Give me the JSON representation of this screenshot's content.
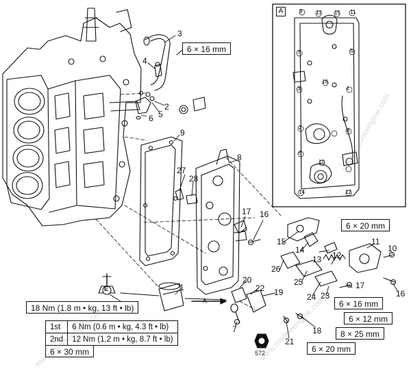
{
  "inset": {
    "label": "A"
  },
  "specs": {
    "bolt_6x16_top": "6 × 16 mm",
    "bolt_6x20_right": "6 × 20 mm",
    "bolt_6x16_b": "6 × 16 mm",
    "bolt_6x12": "6 × 12 mm",
    "bolt_8x25": "8 × 25 mm",
    "bolt_6x20_bottom": "6 × 20 mm",
    "filter_torque": "18 Nm (1.8 m • kg, 13 ft • lb)",
    "bolt_6x30": "6 × 30 mm"
  },
  "torque_table": [
    {
      "step": "1st",
      "value": "6 Nm (0.6 m • kg, 4.3 ft • lb)"
    },
    {
      "step": "2nd",
      "value": "12 Nm (1.2 m • kg, 8.7 ft • lb)"
    }
  ],
  "symbols": {
    "oil": "E",
    "assembly": "A",
    "sealant": "572"
  },
  "watermark": "www.marineengine.com",
  "part_numbers": {
    "p1": "1",
    "p2": "2",
    "p3": "3",
    "p4": "4",
    "p5": "5",
    "p6": "6",
    "p7": "7",
    "p8": "8",
    "p9": "9",
    "p10": "10",
    "p11": "11",
    "p12": "12",
    "p13": "13",
    "p14": "14",
    "p15": "15",
    "p16a": "16",
    "p16b": "16",
    "p17a": "17",
    "p17b": "17",
    "p18": "18",
    "p19": "19",
    "p20": "20",
    "p21": "21",
    "p22": "22",
    "p23": "23",
    "p24": "24",
    "p25": "25",
    "p26": "26",
    "p27": "27",
    "p28": "28",
    "a2": "2",
    "a3": "3",
    "a4": "4",
    "a5": "5",
    "a6": "6",
    "a7": "7",
    "a8": "8",
    "a9": "9",
    "a10": "10",
    "a11": "11",
    "a12": "12",
    "a13": "13",
    "a14": "14",
    "a15": "15",
    "a16": "16"
  }
}
